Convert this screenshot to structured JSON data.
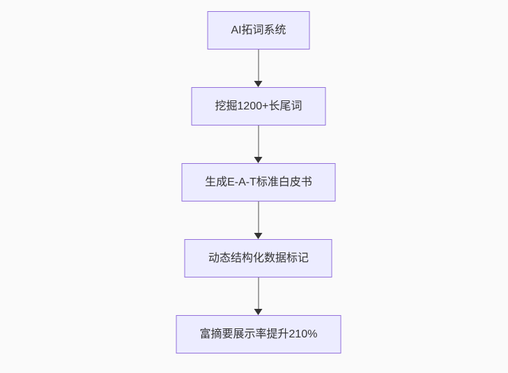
{
  "page": {
    "background_color": "#fafafa"
  },
  "flowchart": {
    "type": "flowchart",
    "direction": "top-down",
    "node_fill_color": "#ECECFF",
    "node_border_color": "#9370DB",
    "node_text_color": "#333333",
    "edge_line_color": "#4d4d4d",
    "arrowhead_color": "#333333",
    "nodes": [
      {
        "id": "n1",
        "label": "AI拓词系统"
      },
      {
        "id": "n2",
        "label": "挖掘1200+长尾词"
      },
      {
        "id": "n3",
        "label": "生成E-A-T标准白皮书"
      },
      {
        "id": "n4",
        "label": "动态结构化数据标记"
      },
      {
        "id": "n5",
        "label": "富摘要展示率提升210%"
      }
    ],
    "edges": [
      {
        "from": "n1",
        "to": "n2"
      },
      {
        "from": "n2",
        "to": "n3"
      },
      {
        "from": "n3",
        "to": "n4"
      },
      {
        "from": "n4",
        "to": "n5"
      }
    ]
  }
}
